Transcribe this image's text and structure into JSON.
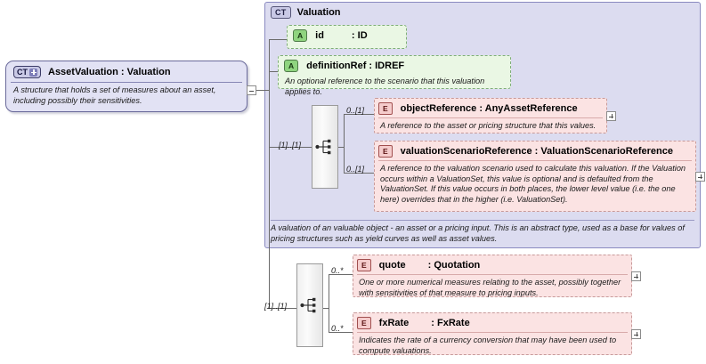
{
  "diagram": {
    "kind": "xsd-schema-documentation",
    "root": {
      "badge": "CT",
      "badge_icon": "complex-type-expand-icon",
      "title": "AssetValuation : Valuation",
      "documentation": "A structure that holds a set of measures about an asset, including possibly their sensitivities."
    },
    "container": {
      "badge": "CT",
      "title": "Valuation",
      "documentation": "A valuation of an valuable object - an asset or a pricing input. This is an abstract type, used as a base for values of pricing structures such as yield curves as well as asset values."
    },
    "attributes": [
      {
        "badge": "A",
        "name": "id",
        "separator": ": ID",
        "documentation": ""
      },
      {
        "badge": "A",
        "name": "definitionRef : IDREF",
        "separator": "",
        "documentation": "An optional reference to the scenario that this valuation applies to."
      }
    ],
    "elements_upper": [
      {
        "badge": "E",
        "name": "objectReference : AnyAssetReference",
        "multiplicity": "0..[1]",
        "documentation": "A reference to the asset or pricing structure that this values.",
        "expand": "+"
      },
      {
        "badge": "E",
        "name": "valuationScenarioReference : ValuationScenarioReference",
        "multiplicity": "0..[1]",
        "documentation": "A reference to the valuation scenario used to calculate this valuation. If the Valuation occurs within a ValuationSet, this value is optional and is defaulted from the ValuationSet. If this value occurs in both places, the lower level value (i.e. the one here) overrides that in the higher (i.e. ValuationSet).",
        "expand": "+"
      }
    ],
    "elements_lower": [
      {
        "badge": "E",
        "name": "quote",
        "separator": ": Quotation",
        "multiplicity": "0..*",
        "documentation": "One or more numerical measures relating to the asset, possibly together with sensitivities of that measure to pricing inputs.",
        "expand": "+"
      },
      {
        "badge": "E",
        "name": "fxRate",
        "separator": ": FxRate",
        "multiplicity": "0..*",
        "documentation": "Indicates the rate of a currency conversion that may have been used to compute valuations.",
        "expand": "+"
      }
    ],
    "compositors": [
      {
        "name": "sequence-compositor-upper",
        "multiplicity": "[1]..[1]"
      },
      {
        "name": "sequence-compositor-lower",
        "multiplicity": "[1]..[1]"
      }
    ],
    "toggles": {
      "root_collapse": "-",
      "expand": "+"
    },
    "colors": {
      "container_bg": "#dcdcf0",
      "container_border": "#8a8ac0",
      "root_bg": "#e2e2f4",
      "attribute_bg": "#eaf7e4",
      "attribute_border": "#7fae78",
      "element_bg": "#fbe3e3",
      "element_border": "#c79a9a",
      "line": "#6b6b6b"
    }
  }
}
